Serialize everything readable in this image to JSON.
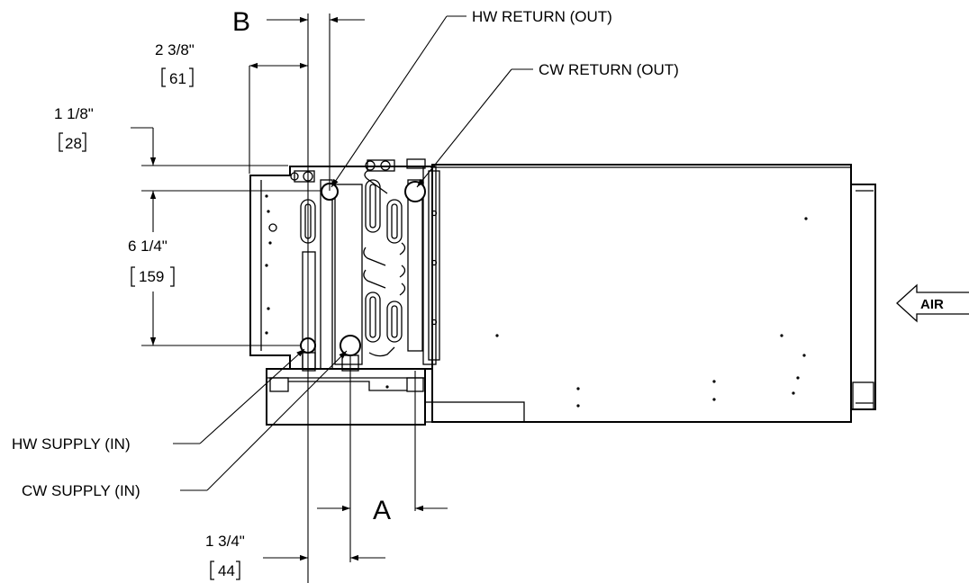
{
  "dimensions": {
    "b": {
      "letter": "B"
    },
    "a": {
      "letter": "A"
    },
    "d1": {
      "imperial": "2 3/8\"",
      "metric": "61"
    },
    "d2": {
      "imperial": "1 1/8\"",
      "metric": "28"
    },
    "d3": {
      "imperial": "6 1/4\"",
      "metric": "159"
    },
    "d4": {
      "imperial": "1 3/4\"",
      "metric": "44"
    }
  },
  "callouts": {
    "hw_return": "HW RETURN (OUT)",
    "cw_return": "CW RETURN (OUT)",
    "hw_supply": "HW SUPPLY (IN)",
    "cw_supply": "CW SUPPLY (IN)"
  },
  "airflow": {
    "label": "AIR"
  }
}
